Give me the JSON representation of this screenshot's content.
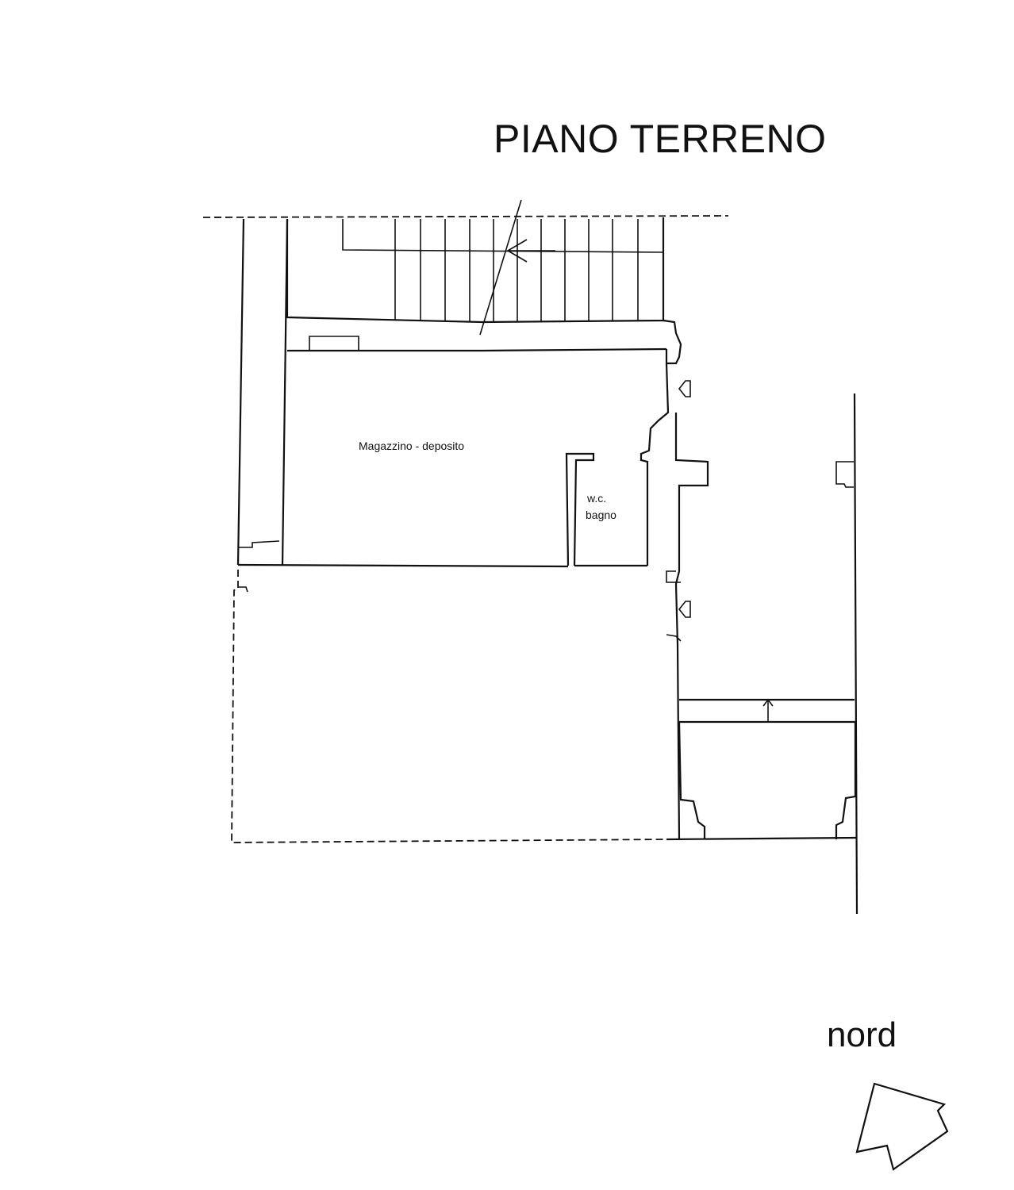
{
  "plan": {
    "title": "PIANO TERRENO",
    "rooms": {
      "storage": "Magazzino - deposito",
      "wc_line1": "w.c.",
      "wc_line2": "bagno"
    },
    "north_label": "nord"
  },
  "icons": {
    "north_arrow": "north-arrow-icon",
    "stair_arrow": "stair-direction-arrow-icon",
    "entry_arrow": "entry-arrow-icon"
  },
  "colors": {
    "line": "#111111",
    "background": "#ffffff"
  }
}
